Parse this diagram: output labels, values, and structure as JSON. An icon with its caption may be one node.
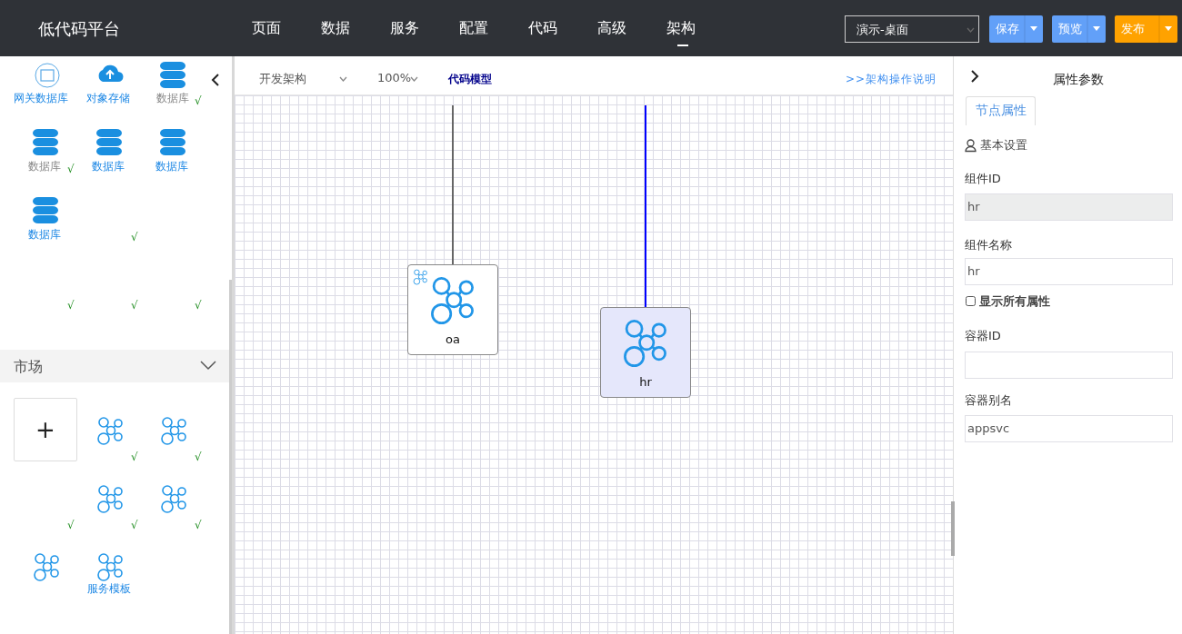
{
  "diagram": {
    "nodes": [
      {
        "text": [
          "oa"
        ]
      },
      {
        "text": [
          "hr"
        ]
      }
    ],
    "edges": [
      {
        "from": null,
        "to": 0,
        "arrow": "none"
      },
      {
        "from": null,
        "to": 1,
        "arrow": "none",
        "color": "#0000ff"
      }
    ],
    "labels": [
      "低代码平台",
      "页面",
      "数据",
      "服务",
      "配置",
      "代码",
      "高级",
      "架构",
      "演示-桌面",
      "保存",
      "预览",
      "发布",
      "网关数据库",
      "对象存储",
      "数据库",
      "√",
      "数据库",
      "√",
      "数据库",
      "数据库",
      "数据库",
      "√",
      "√",
      "√",
      "√",
      "市场",
      "+",
      "√",
      "√",
      "√",
      "√",
      "√",
      "服务模板",
      "开发架构",
      "100%",
      "代码模型",
      ">>架构操作说明",
      "属性参数",
      "节点属性",
      "基本设置",
      "组件ID",
      "hr",
      "组件名称",
      "hr",
      "显示所有属性",
      "容器ID",
      "容器别名",
      "appsvc"
    ]
  }
}
